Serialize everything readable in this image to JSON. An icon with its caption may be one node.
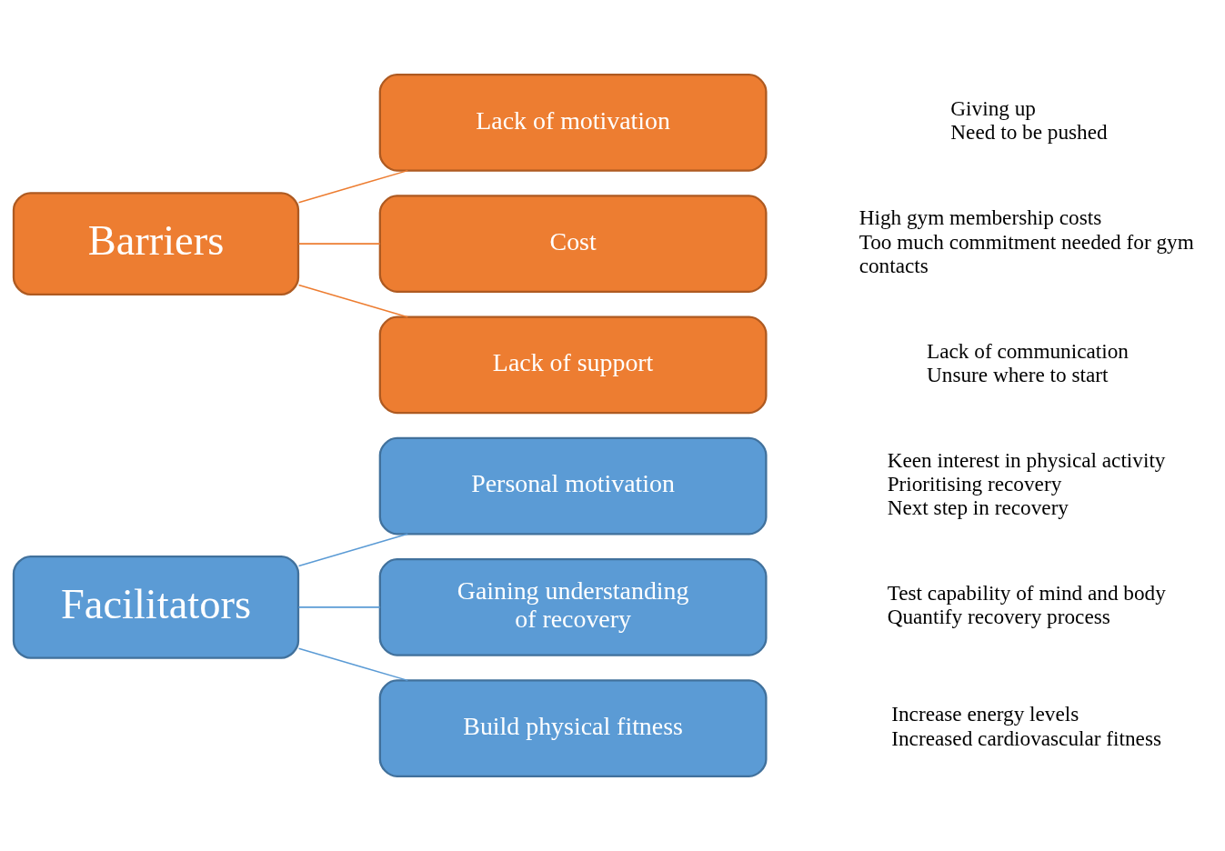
{
  "diagram": {
    "nodes": [
      {
        "text": [
          "Facilitators"
        ]
      },
      {
        "text": [
          "Personal motivation"
        ],
        "beside": [
          "Keen interest in physical activity",
          "Prioritising recovery",
          "Next step in recovery"
        ]
      },
      {
        "text": [
          "Gaining understanding of recovery"
        ],
        "beside": [
          "Test capability of mind and body",
          "Quantify recovery process"
        ]
      },
      {
        "text": [
          "Build physical fitness"
        ],
        "beside": [
          "Increase energy levels",
          "Increased cardiovascular fitness"
        ]
      },
      {
        "text": [
          "Barriers"
        ]
      },
      {
        "text": [
          "Lack of motivation"
        ],
        "beside": [
          "Giving up",
          "Need to be pushed"
        ]
      },
      {
        "text": [
          "Cost"
        ],
        "beside": [
          "High gym membership costs",
          "Too much commitment needed for gym contacts"
        ]
      },
      {
        "text": [
          "Lack of support"
        ],
        "beside": [
          "Lack of communication",
          "Unsure where to start"
        ]
      }
    ],
    "edges": [
      {
        "from": 0,
        "to": 1,
        "arrow": "none",
        "color": "#5b9bd5"
      },
      {
        "from": 0,
        "to": 2,
        "arrow": "none",
        "color": "#5b9bd5"
      },
      {
        "from": 0,
        "to": 3,
        "arrow": "none",
        "color": "#5b9bd5"
      },
      {
        "from": 4,
        "to": 5,
        "arrow": "none",
        "color": "#ed7d31"
      },
      {
        "from": 4,
        "to": 6,
        "arrow": "none",
        "color": "#ed7d31"
      },
      {
        "from": 4,
        "to": 7,
        "arrow": "none",
        "color": "#ed7d31"
      }
    ]
  }
}
